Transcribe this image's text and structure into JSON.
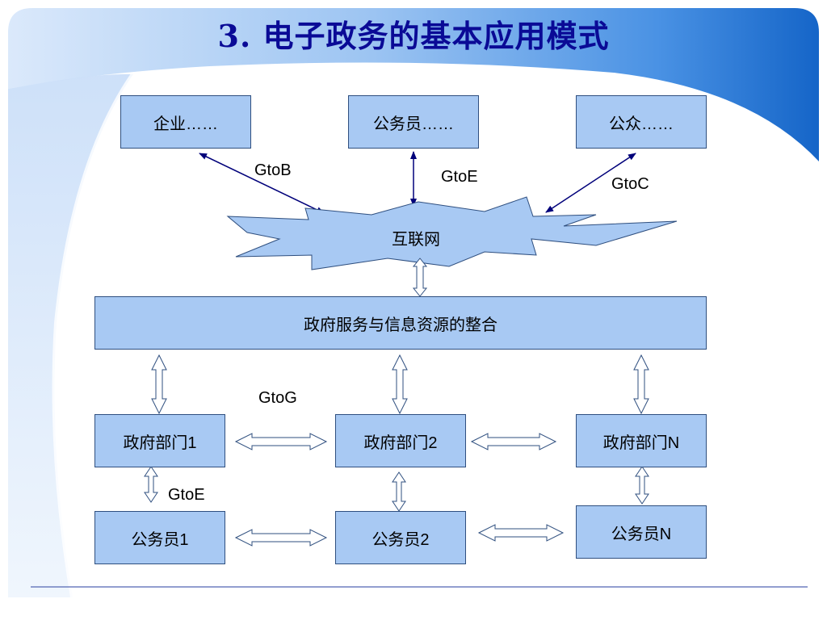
{
  "title": "3.  电子政务的基本应用模式",
  "top_nodes": {
    "enterprise": "企业……",
    "civil_servant": "公务员……",
    "public": "公众……"
  },
  "internet": "互联网",
  "integration": "政府服务与信息资源的整合",
  "departments": [
    "政府部门1",
    "政府部门2",
    "政府部门N"
  ],
  "servants": [
    "公务员1",
    "公务员2",
    "公务员N"
  ],
  "edge_labels": {
    "gtob": "GtoB",
    "gtoe_top": "GtoE",
    "gtoc": "GtoC",
    "gtog": "GtoG",
    "gtoe_bottom": "GtoE"
  },
  "colors": {
    "box_fill": "#a8c9f3",
    "box_border": "#2f4f7f",
    "title": "#0a0a96",
    "band_dark": "#1f6fd0",
    "band_light": "#cfe2fa"
  }
}
